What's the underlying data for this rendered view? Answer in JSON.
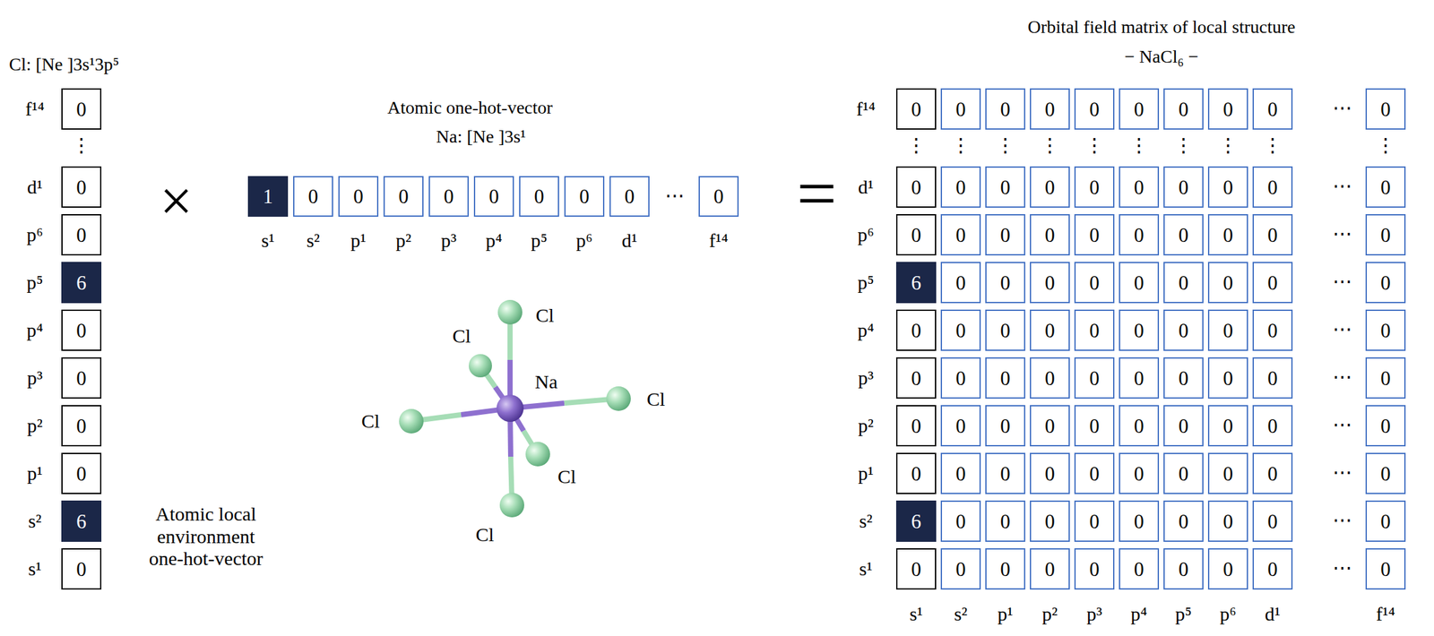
{
  "diagram": {
    "nodes": [
      {
        "text": [
          "0"
        ]
      },
      {
        "text": [
          "0"
        ]
      },
      {
        "text": [
          "0"
        ]
      },
      {
        "text": [
          "6"
        ]
      },
      {
        "text": [
          "0"
        ]
      },
      {
        "text": [
          "0"
        ]
      },
      {
        "text": [
          "0"
        ]
      },
      {
        "text": [
          "0"
        ]
      },
      {
        "text": [
          "6"
        ]
      },
      {
        "text": [
          "0"
        ]
      },
      {
        "text": [
          "1"
        ]
      },
      {
        "text": [
          "0"
        ]
      },
      {
        "text": [
          "0"
        ]
      },
      {
        "text": [
          "0"
        ]
      },
      {
        "text": [
          "0"
        ]
      },
      {
        "text": [
          "0"
        ]
      },
      {
        "text": [
          "0"
        ]
      },
      {
        "text": [
          "0"
        ]
      },
      {
        "text": [
          "0"
        ]
      },
      {
        "text": [
          "0"
        ]
      },
      {
        "text": [
          "0"
        ]
      },
      {
        "text": [
          "0"
        ]
      },
      {
        "text": [
          "0"
        ]
      },
      {
        "text": [
          "0"
        ]
      },
      {
        "text": [
          "0"
        ]
      },
      {
        "text": [
          "0"
        ]
      },
      {
        "text": [
          "0"
        ]
      },
      {
        "text": [
          "0"
        ]
      },
      {
        "text": [
          "0"
        ]
      },
      {
        "text": [
          "0"
        ]
      },
      {
        "text": [
          "0"
        ]
      },
      {
        "text": [
          "0"
        ]
      },
      {
        "text": [
          "0"
        ]
      },
      {
        "text": [
          "0"
        ]
      },
      {
        "text": [
          "0"
        ]
      },
      {
        "text": [
          "0"
        ]
      },
      {
        "text": [
          "0"
        ]
      },
      {
        "text": [
          "0"
        ]
      },
      {
        "text": [
          "0"
        ]
      },
      {
        "text": [
          "0"
        ]
      },
      {
        "text": [
          "0"
        ]
      },
      {
        "text": [
          "0"
        ]
      },
      {
        "text": [
          "0"
        ]
      },
      {
        "text": [
          "0"
        ]
      },
      {
        "text": [
          "0"
        ]
      },
      {
        "text": [
          "0"
        ]
      },
      {
        "text": [
          "0"
        ]
      },
      {
        "text": [
          "0"
        ]
      },
      {
        "text": [
          "0"
        ]
      },
      {
        "text": [
          "0"
        ]
      },
      {
        "text": [
          "6"
        ]
      },
      {
        "text": [
          "0"
        ]
      },
      {
        "text": [
          "0"
        ]
      },
      {
        "text": [
          "0"
        ]
      },
      {
        "text": [
          "0"
        ]
      },
      {
        "text": [
          "0"
        ]
      },
      {
        "text": [
          "0"
        ]
      },
      {
        "text": [
          "0"
        ]
      },
      {
        "text": [
          "0"
        ]
      },
      {
        "text": [
          "0"
        ]
      },
      {
        "text": [
          "0"
        ]
      },
      {
        "text": [
          "0"
        ]
      },
      {
        "text": [
          "0"
        ]
      },
      {
        "text": [
          "0"
        ]
      },
      {
        "text": [
          "0"
        ]
      },
      {
        "text": [
          "0"
        ]
      },
      {
        "text": [
          "0"
        ]
      },
      {
        "text": [
          "0"
        ]
      },
      {
        "text": [
          "0"
        ]
      },
      {
        "text": [
          "0"
        ]
      },
      {
        "text": [
          "0"
        ]
      },
      {
        "text": [
          "0"
        ]
      },
      {
        "text": [
          "0"
        ]
      },
      {
        "text": [
          "0"
        ]
      },
      {
        "text": [
          "0"
        ]
      },
      {
        "text": [
          "0"
        ]
      },
      {
        "text": [
          "0"
        ]
      },
      {
        "text": [
          "0"
        ]
      },
      {
        "text": [
          "0"
        ]
      },
      {
        "text": [
          "0"
        ]
      },
      {
        "text": [
          "0"
        ]
      },
      {
        "text": [
          "0"
        ]
      },
      {
        "text": [
          "0"
        ]
      },
      {
        "text": [
          "0"
        ]
      },
      {
        "text": [
          "0"
        ]
      },
      {
        "text": [
          "0"
        ]
      },
      {
        "text": [
          "0"
        ]
      },
      {
        "text": [
          "0"
        ]
      },
      {
        "text": [
          "0"
        ]
      },
      {
        "text": [
          "0"
        ]
      },
      {
        "text": [
          "0"
        ]
      },
      {
        "text": [
          "0"
        ]
      },
      {
        "text": [
          "0"
        ]
      },
      {
        "text": [
          "0"
        ]
      },
      {
        "text": [
          "0"
        ]
      },
      {
        "text": [
          "0"
        ]
      },
      {
        "text": [
          "0"
        ]
      },
      {
        "text": [
          "0"
        ]
      },
      {
        "text": [
          "0"
        ]
      },
      {
        "text": [
          "0"
        ]
      },
      {
        "text": [
          "6"
        ]
      },
      {
        "text": [
          "0"
        ]
      },
      {
        "text": [
          "0"
        ]
      },
      {
        "text": [
          "0"
        ]
      },
      {
        "text": [
          "0"
        ]
      },
      {
        "text": [
          "0"
        ]
      },
      {
        "text": [
          "0"
        ]
      },
      {
        "text": [
          "0"
        ]
      },
      {
        "text": [
          "0"
        ]
      },
      {
        "text": [
          "0"
        ]
      },
      {
        "text": [
          "0"
        ]
      },
      {
        "text": [
          "0"
        ]
      },
      {
        "text": [
          "0"
        ]
      },
      {
        "text": [
          "0"
        ]
      },
      {
        "text": [
          "0"
        ]
      },
      {
        "text": [
          "0"
        ]
      },
      {
        "text": [
          "0"
        ]
      },
      {
        "text": [
          "0"
        ]
      },
      {
        "text": [
          "0"
        ]
      },
      {
        "text": [
          "0"
        ]
      }
    ],
    "labels": [
      "Cl: [Ne ]3s¹3p⁵",
      "f¹⁴",
      "⋮",
      "d¹",
      "p⁶",
      "p⁵",
      "p⁴",
      "p³",
      "p²",
      "p¹",
      "s²",
      "s¹",
      "×",
      "Atomic one-hot-vector",
      "Na: [Ne ]3s¹",
      "s¹",
      "s²",
      "p¹",
      "p²",
      "p³",
      "p⁴",
      "p⁵",
      "p⁶",
      "d¹",
      "f¹⁴",
      "⋯",
      "Cl",
      "Cl",
      "Na",
      "Cl",
      "Cl",
      "Cl",
      "Cl",
      "Atomic local environment one-hot-vector",
      "=",
      "Orbital field matrix of local structure",
      "− NaCl₆ −",
      "f¹⁴",
      "d¹",
      "p⁶",
      "p⁵",
      "p⁴",
      "p³",
      "p²",
      "p¹",
      "s²",
      "s¹",
      "⋮",
      "⋮",
      "⋮",
      "⋮",
      "⋮",
      "⋮",
      "⋮",
      "⋮",
      "⋮",
      "⋮",
      "⋯",
      "⋯",
      "⋯",
      "⋯",
      "⋯",
      "⋯",
      "⋯",
      "⋯",
      "⋯",
      "⋯",
      "s¹",
      "s²",
      "p¹",
      "p²",
      "p³",
      "p⁴",
      "p⁵",
      "p⁶",
      "d¹",
      "f¹⁴"
    ]
  }
}
